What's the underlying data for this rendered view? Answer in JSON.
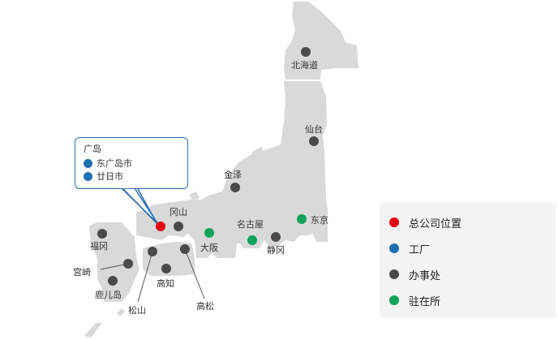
{
  "colors": {
    "land": "#d9d9d9",
    "headquarters": "#e60012",
    "factory": "#1f6fb5",
    "office": "#4a4a4a",
    "branch": "#12a35a",
    "callout_border": "#2d6fb0"
  },
  "locations": {
    "hokkaido": "北海道",
    "sendai": "仙台",
    "kanazawa": "金泽",
    "okayama": "冈山",
    "nagoya": "名古屋",
    "tokyo": "东京",
    "osaka": "大阪",
    "shizuoka": "静冈",
    "fukuoka": "福冈",
    "miyazaki": "宫崎",
    "kagoshima": "鹿儿岛",
    "kochi": "高知",
    "matsuyama": "松山",
    "takamatsu": "高松"
  },
  "callout": {
    "title": "广岛",
    "items": [
      "东广岛市",
      "廿日市"
    ]
  },
  "legend": {
    "headquarters": "总公司位置",
    "factory": "工厂",
    "office": "办事处",
    "branch": "驻在所"
  }
}
